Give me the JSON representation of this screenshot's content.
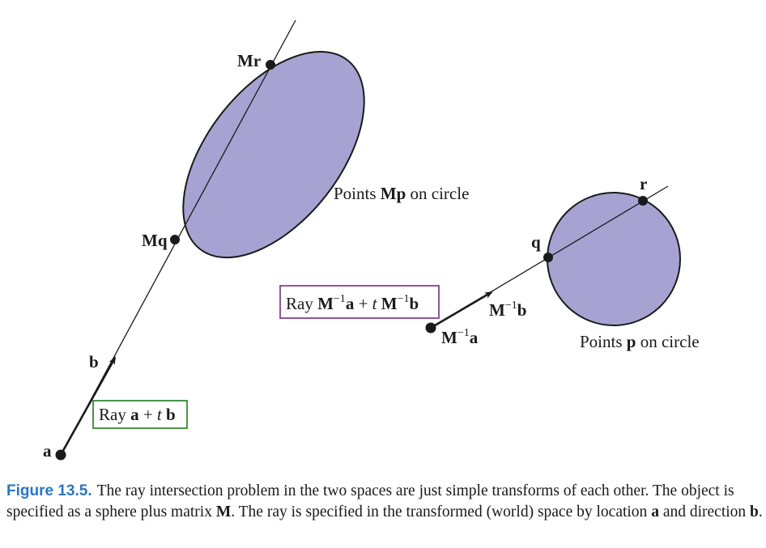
{
  "colors": {
    "shape_fill": "#a6a3d3",
    "left_box_border": "#1f7a1f",
    "right_box_border": "#7a2a82",
    "caption_number": "#2a76c6"
  },
  "left": {
    "label_Mr": "Mr",
    "label_Mq": "Mq",
    "label_b": "b",
    "label_a": "a",
    "ellipse_label_prefix": "Points ",
    "ellipse_label_bold": "Mp",
    "ellipse_label_suffix": " on circle",
    "ray_box": {
      "ray_word": "Ray ",
      "a": "a",
      "plus": " + ",
      "t": "t",
      "b": "b"
    }
  },
  "right": {
    "label_r": "r",
    "label_q": "q",
    "label_Minv_b_M": "M",
    "label_Minv_b_exp": "−1",
    "label_Minv_b_b": "b",
    "label_Minv_a_M": "M",
    "label_Minv_a_exp": "−1",
    "label_Minv_a_a": "a",
    "circle_label_prefix": "Points ",
    "circle_label_bold": "p",
    "circle_label_suffix": " on circle",
    "ray_box": {
      "ray_word": "Ray ",
      "M1": "M",
      "exp1": "−1",
      "a": "a",
      "plus": " + ",
      "t": "t",
      "M2": "M",
      "exp2": "−1",
      "b": "b"
    }
  },
  "caption": {
    "number": "Figure 13.5.",
    "text1": "The ray intersection problem in the two spaces are just simple transforms of each other. The object is specified as a sphere plus matrix ",
    "M": "M",
    "text2": ". The ray is specified in the transformed (world) space by location ",
    "a": "a",
    "text3": " and direction ",
    "b": "b",
    "text4": "."
  }
}
